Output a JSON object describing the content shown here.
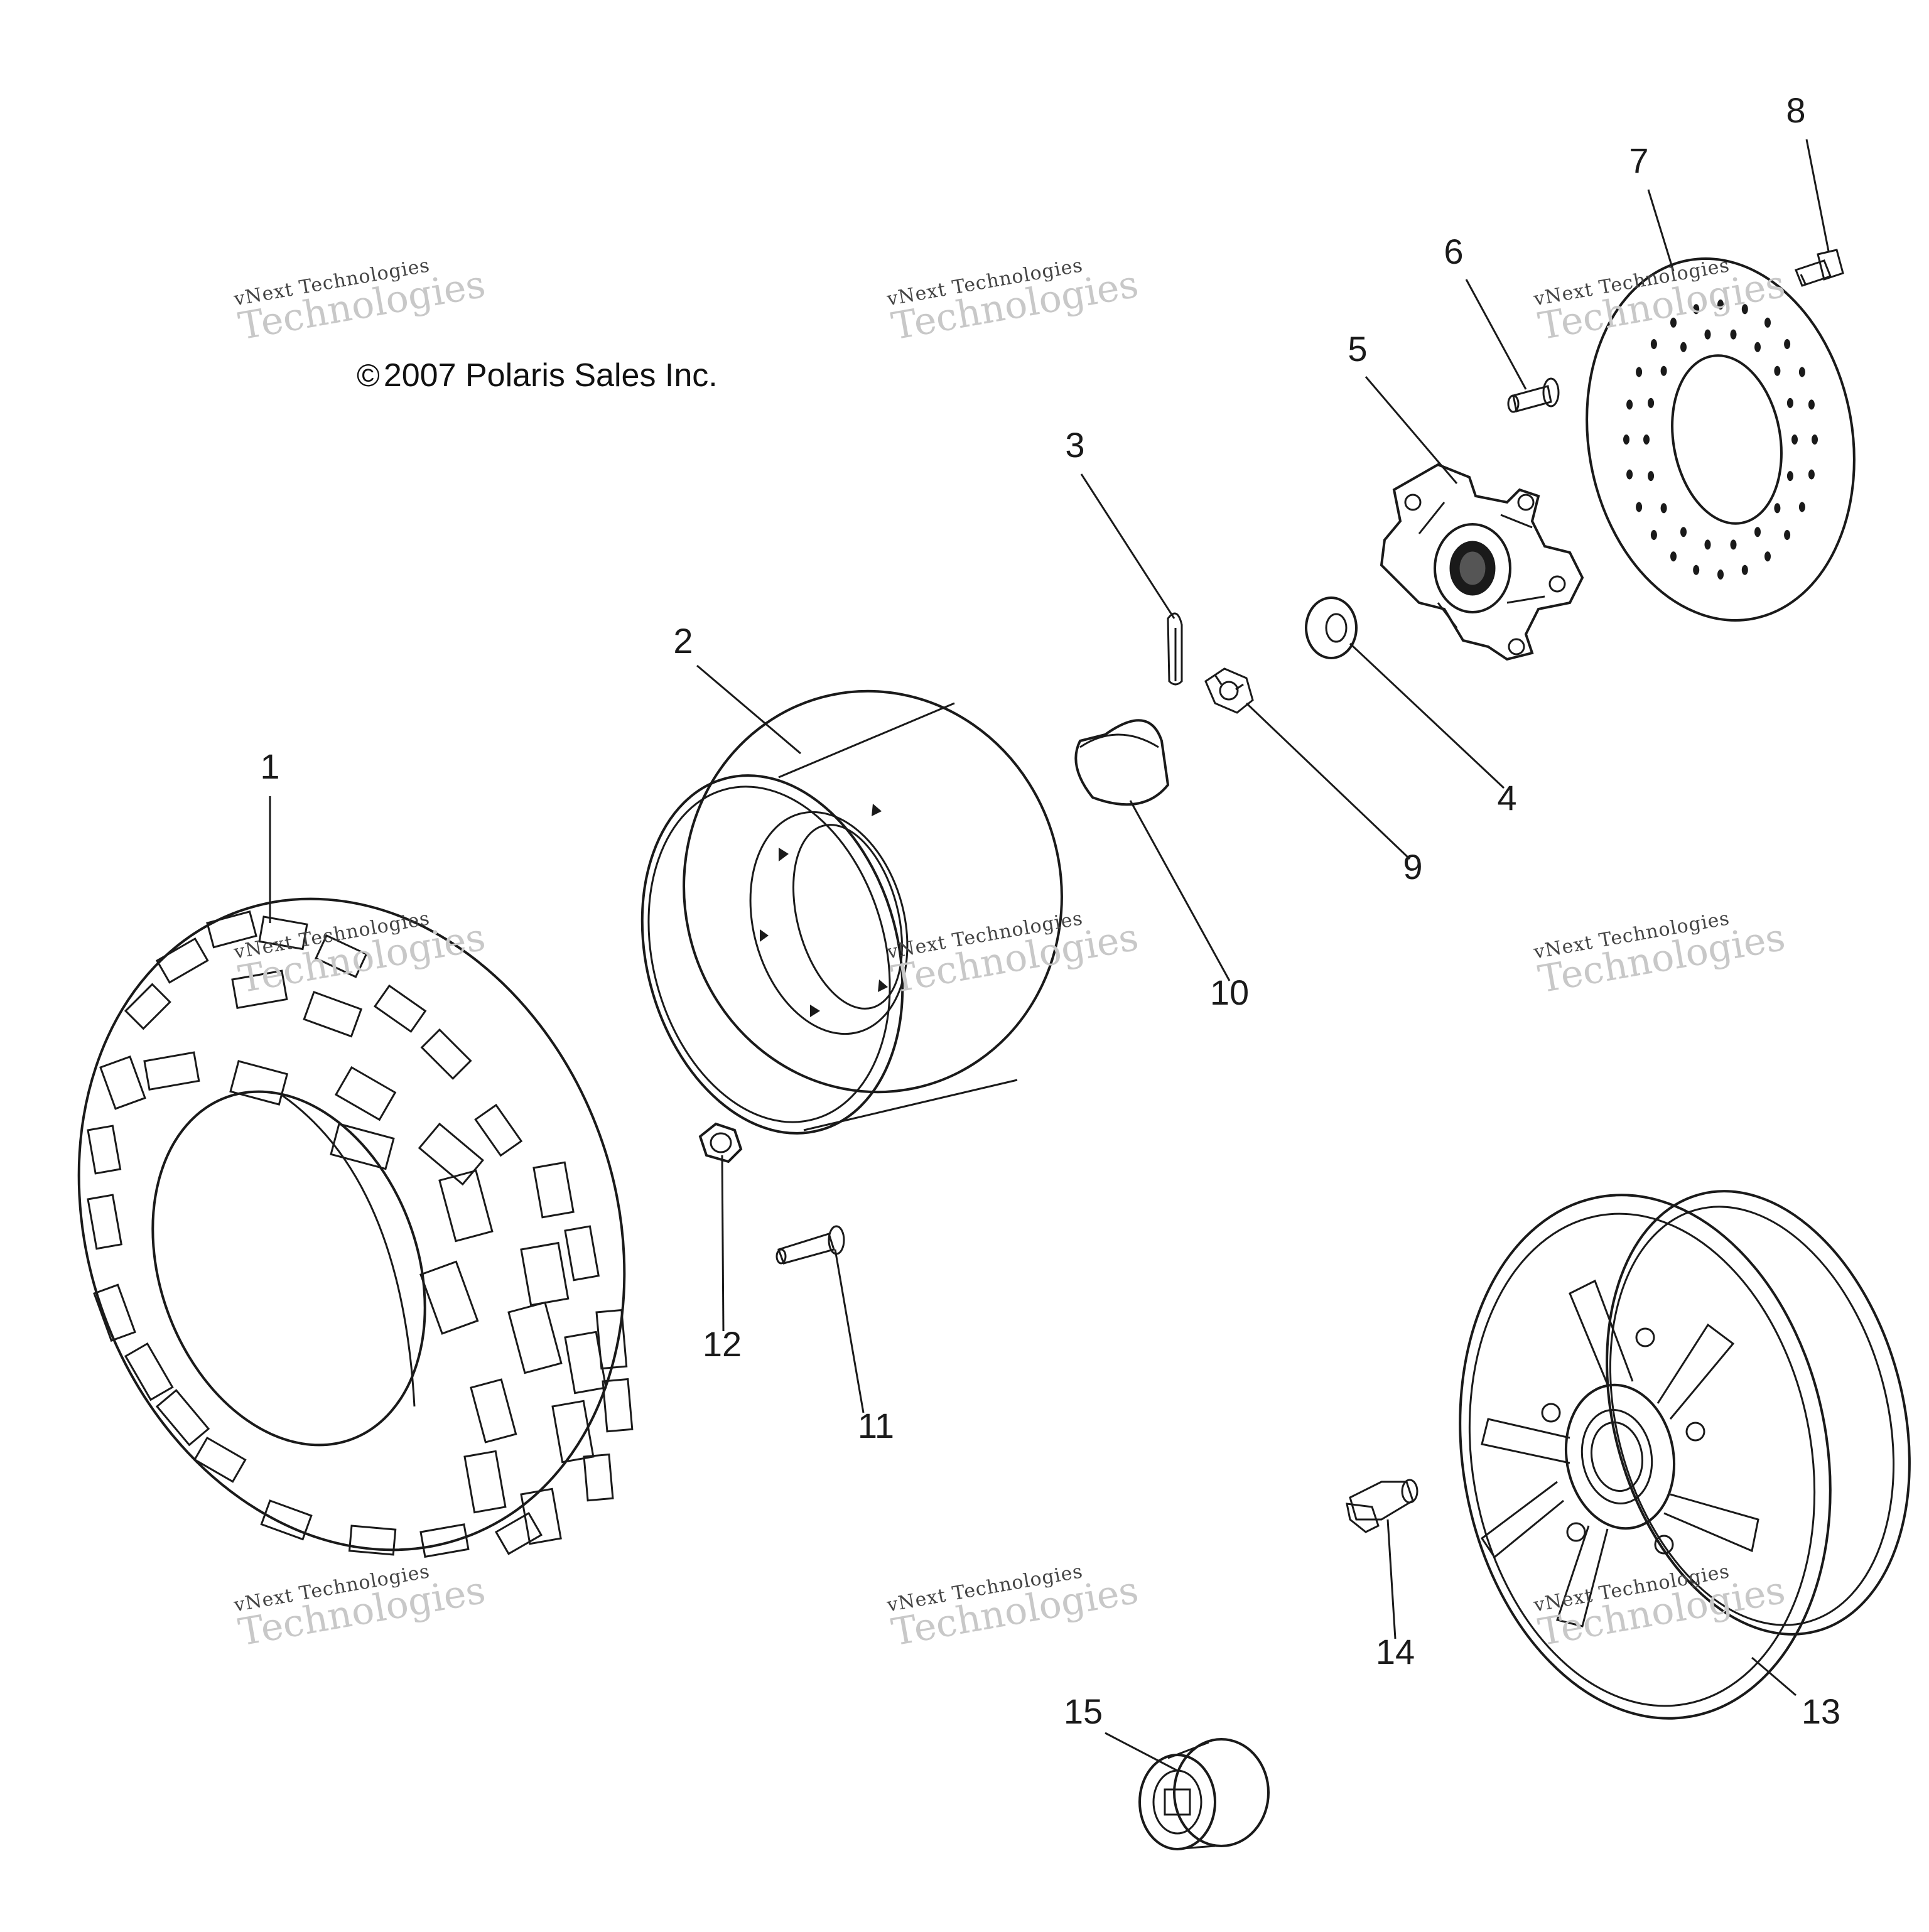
{
  "copyright": {
    "symbol": "©",
    "text": "2007 Polaris Sales Inc."
  },
  "watermark": {
    "line1": "vNext Technologies",
    "line2": "vNext",
    "line3": "Technologies"
  },
  "callouts": [
    "1",
    "2",
    "3",
    "4",
    "5",
    "6",
    "7",
    "8",
    "9",
    "10",
    "11",
    "12",
    "13",
    "14",
    "15"
  ],
  "colors": {
    "line": "#1a1a1a",
    "watermark": "#bdbdbd"
  }
}
